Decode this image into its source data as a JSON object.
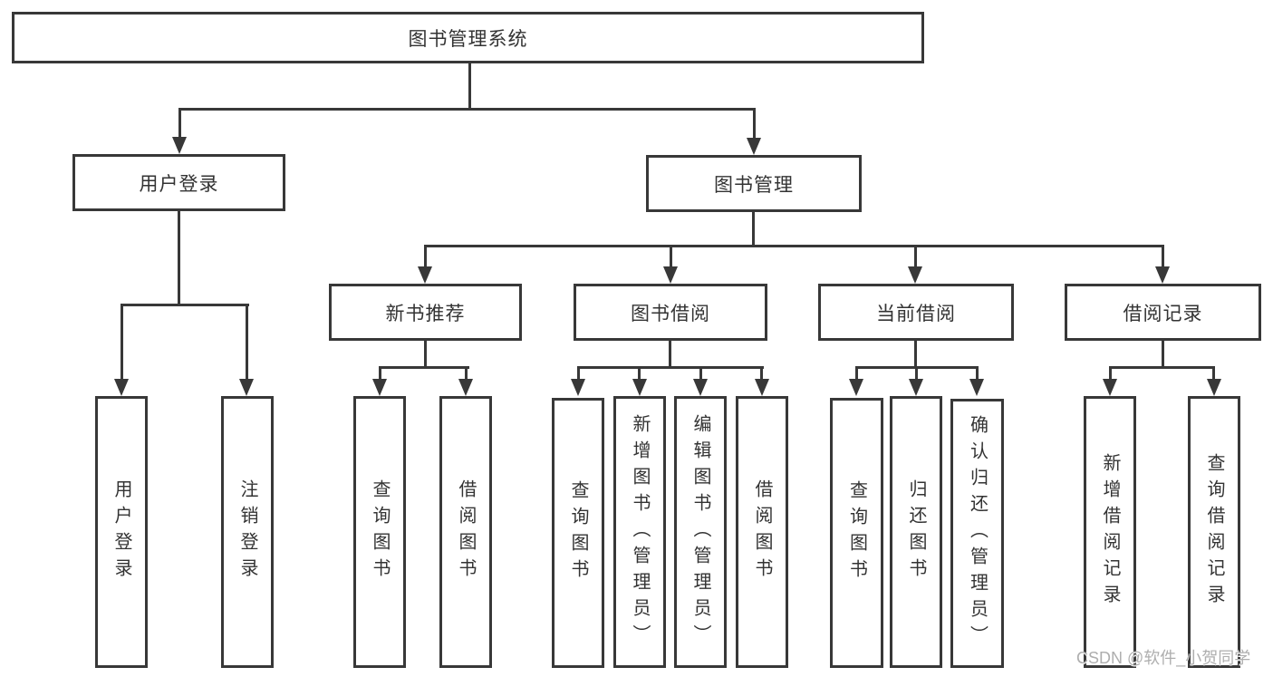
{
  "nodes": {
    "root": "图书管理系统",
    "user_login": "用户登录",
    "book_mgmt": "图书管理",
    "new_book_rec": "新书推荐",
    "book_borrow": "图书借阅",
    "current_borrow": "当前借阅",
    "borrow_records": "借阅记录",
    "leaf_user_login": "用户登录",
    "leaf_logout": "注销登录",
    "leaf_query_book_rec": "查询图书",
    "leaf_borrow_book_rec": "借阅图书",
    "leaf_query_book_borrow": "查询图书",
    "leaf_add_book_admin": "新增图书（管理员）",
    "leaf_edit_book_admin": "编辑图书（管理员）",
    "leaf_borrow_book": "借阅图书",
    "leaf_query_book_current": "查询图书",
    "leaf_return_book": "归还图书",
    "leaf_confirm_return_admin": "确认归还（管理员）",
    "leaf_add_borrow_record": "新增借阅记录",
    "leaf_query_borrow_record": "查询借阅记录"
  },
  "watermark": "CSDN @软件_小贺同学",
  "colors": {
    "line": "#383838",
    "watermark": "#aeaeae"
  }
}
